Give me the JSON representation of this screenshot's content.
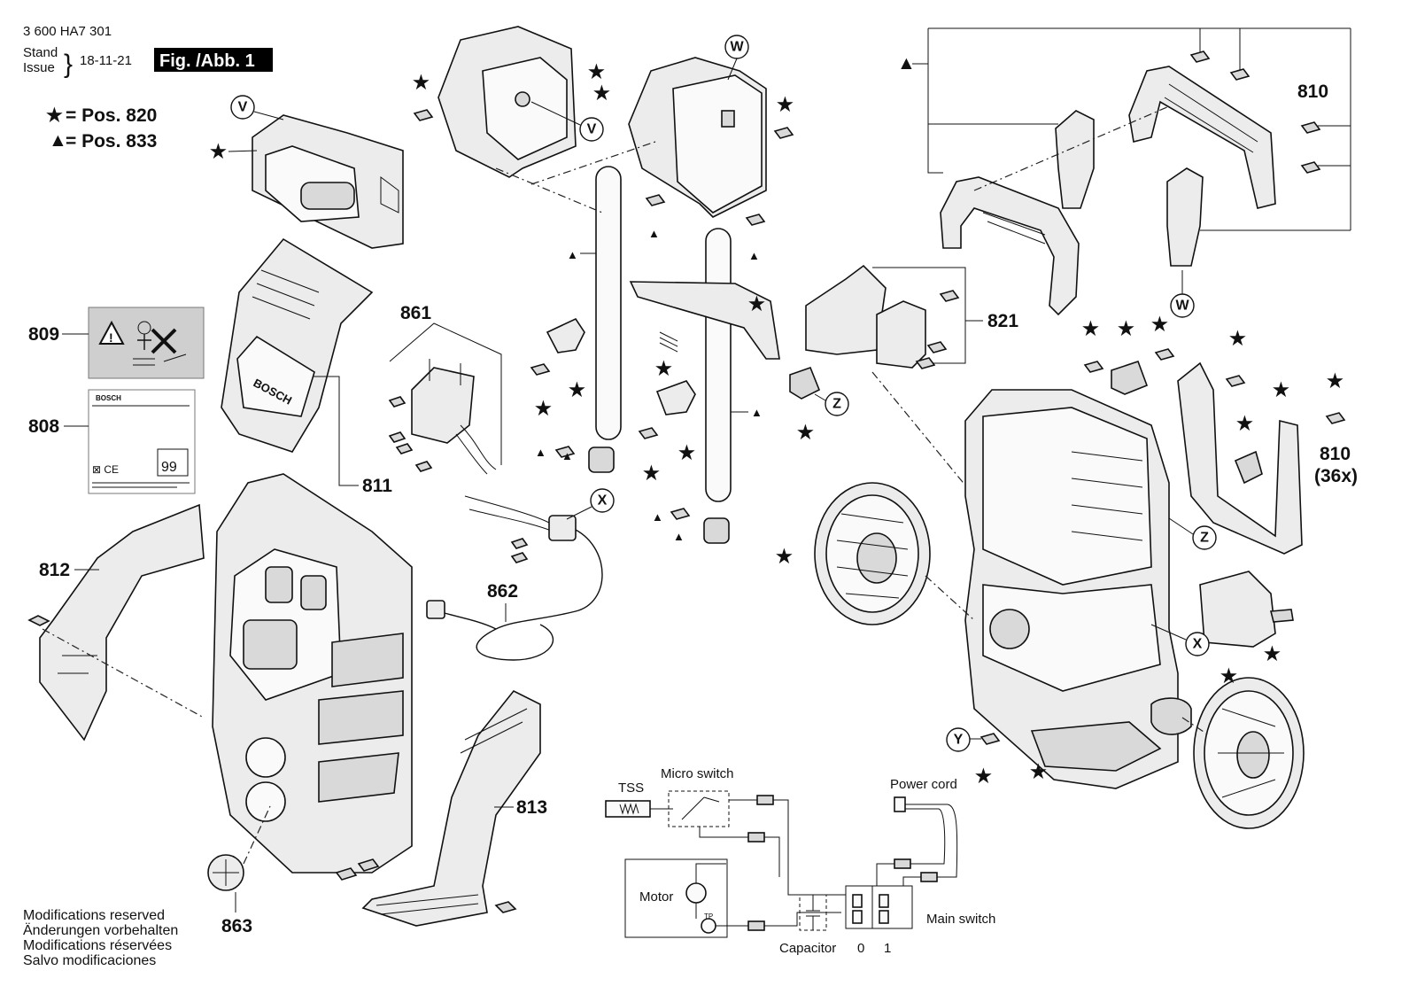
{
  "header": {
    "doc_number": "3 600 HA7 301",
    "stand_label": "Stand",
    "issue_label": "Issue",
    "date": "18-11-21",
    "figure_label": "Fig. /Abb. 1"
  },
  "legend": {
    "star_text": "= Pos. 820",
    "triangle_text": "= Pos. 833"
  },
  "position_labels": {
    "p809": "809",
    "p808": "808",
    "p811": "811",
    "p812": "812",
    "p813": "813",
    "p861": "861",
    "p862": "862",
    "p863": "863",
    "p821": "821",
    "p810_top": "810",
    "p810_side": "810",
    "p810_side_qty": "(36x)"
  },
  "callouts": {
    "V": "V",
    "W": "W",
    "X": "X",
    "Y": "Y",
    "Z": "Z"
  },
  "label_808": {
    "brand": "BOSCH",
    "rating": "99"
  },
  "label_809_hint": "",
  "housing_brand": "BOSCH",
  "wiring": {
    "tss": "TSS",
    "micro_switch": "Micro switch",
    "power_cord": "Power cord",
    "motor": "Motor",
    "tp": "TP",
    "capacitor": "Capacitor",
    "main_switch": "Main switch",
    "pos_off": "0",
    "pos_on": "1"
  },
  "footer": {
    "lines": [
      "Modifications reserved",
      "Änderungen vorbehalten",
      "Modifications réservées",
      "Salvo modificaciones"
    ]
  },
  "symbols": {
    "star": "★",
    "triangle": "▲"
  }
}
